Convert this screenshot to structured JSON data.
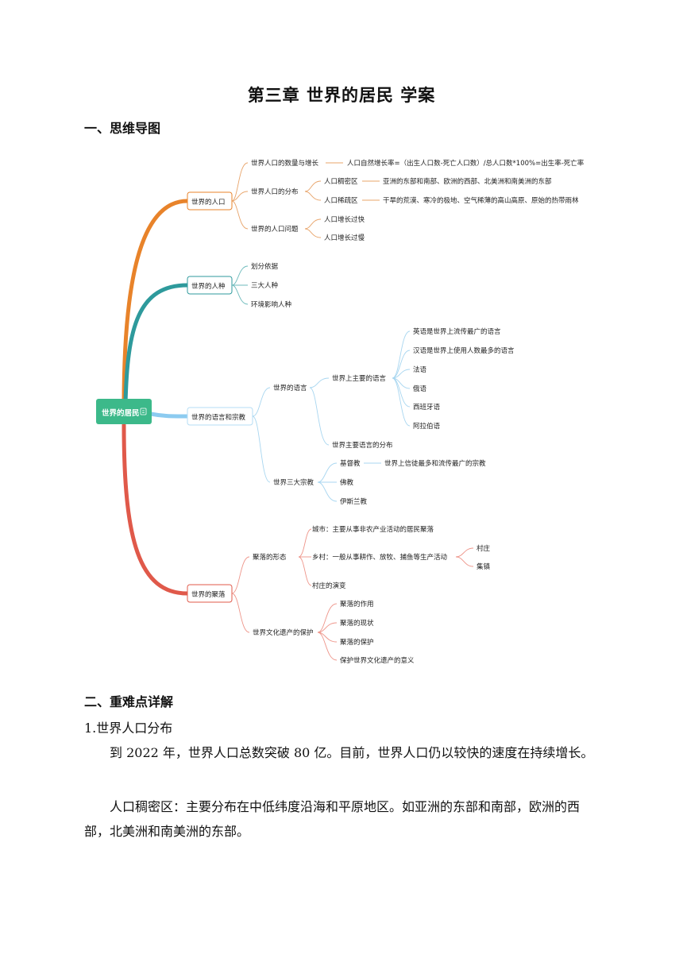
{
  "document": {
    "title": "第三章 世界的居民 学案",
    "section1": "一、思维导图",
    "section2": "二、重难点详解",
    "subheading": "1.世界人口分布",
    "paragraphs": [
      "到 2022 年，世界人口总数突破 80 亿。目前，世界人口仍以较快的速度在持续增长。",
      "人口稠密区：主要分布在中低纬度沿海和平原地区。如亚洲的东部和南部，欧洲的西部，北美洲和南美洲的东部。"
    ]
  },
  "mindmap": {
    "root": "世界的居民",
    "branch_colors": {
      "population": "#E8832A",
      "race": "#2E9A9C",
      "language": "#8CCBF0",
      "settlement": "#E0594A",
      "root_fill": "#3CB98A"
    },
    "branches": [
      {
        "label": "世界的人口",
        "children": [
          {
            "label": "世界人口的数量与增长",
            "children": [
              {
                "label": "人口自然增长率=（出生人口数-死亡人口数）/总人口数*100%=出生率-死亡率"
              }
            ]
          },
          {
            "label": "世界人口的分布",
            "children": [
              {
                "label": "人口稠密区",
                "children": [
                  {
                    "label": "亚洲的东部和南部、欧洲的西部、北美洲和南美洲的东部"
                  }
                ]
              },
              {
                "label": "人口稀疏区",
                "children": [
                  {
                    "label": "干旱的荒漠、寒冷的极地、空气稀薄的高山高原、原始的热带雨林"
                  }
                ]
              }
            ]
          },
          {
            "label": "世界的人口问题",
            "children": [
              {
                "label": "人口增长过快"
              },
              {
                "label": "人口增长过慢"
              }
            ]
          }
        ]
      },
      {
        "label": "世界的人种",
        "children": [
          {
            "label": "划分依据"
          },
          {
            "label": "三大人种"
          },
          {
            "label": "环境影响人种"
          }
        ]
      },
      {
        "label": "世界的语言和宗教",
        "children": [
          {
            "label": "世界的语言",
            "children": [
              {
                "label": "世界上主要的语言",
                "children": [
                  {
                    "label": "英语是世界上流传最广的语言"
                  },
                  {
                    "label": "汉语是世界上使用人数最多的语言"
                  },
                  {
                    "label": "法语"
                  },
                  {
                    "label": "俄语"
                  },
                  {
                    "label": "西班牙语"
                  },
                  {
                    "label": "阿拉伯语"
                  }
                ]
              },
              {
                "label": "世界主要语言的分布"
              }
            ]
          },
          {
            "label": "世界三大宗教",
            "children": [
              {
                "label": "基督教",
                "children": [
                  {
                    "label": "世界上信徒最多和流传最广的宗教"
                  }
                ]
              },
              {
                "label": "佛教"
              },
              {
                "label": "伊斯兰教"
              }
            ]
          }
        ]
      },
      {
        "label": "世界的聚落",
        "children": [
          {
            "label": "聚落的形态",
            "children": [
              {
                "label": "城市：主要从事非农产业活动的居民聚落"
              },
              {
                "label": "乡村：一般从事耕作、放牧、捕鱼等生产活动",
                "children": [
                  {
                    "label": "村庄"
                  },
                  {
                    "label": "集镇"
                  }
                ]
              },
              {
                "label": "村庄的演变"
              }
            ]
          },
          {
            "label": "世界文化遗产的保护",
            "children": [
              {
                "label": "聚落的作用"
              },
              {
                "label": "聚落的现状"
              },
              {
                "label": "聚落的保护"
              },
              {
                "label": "保护世界文化遗产的意义"
              }
            ]
          }
        ]
      }
    ]
  }
}
